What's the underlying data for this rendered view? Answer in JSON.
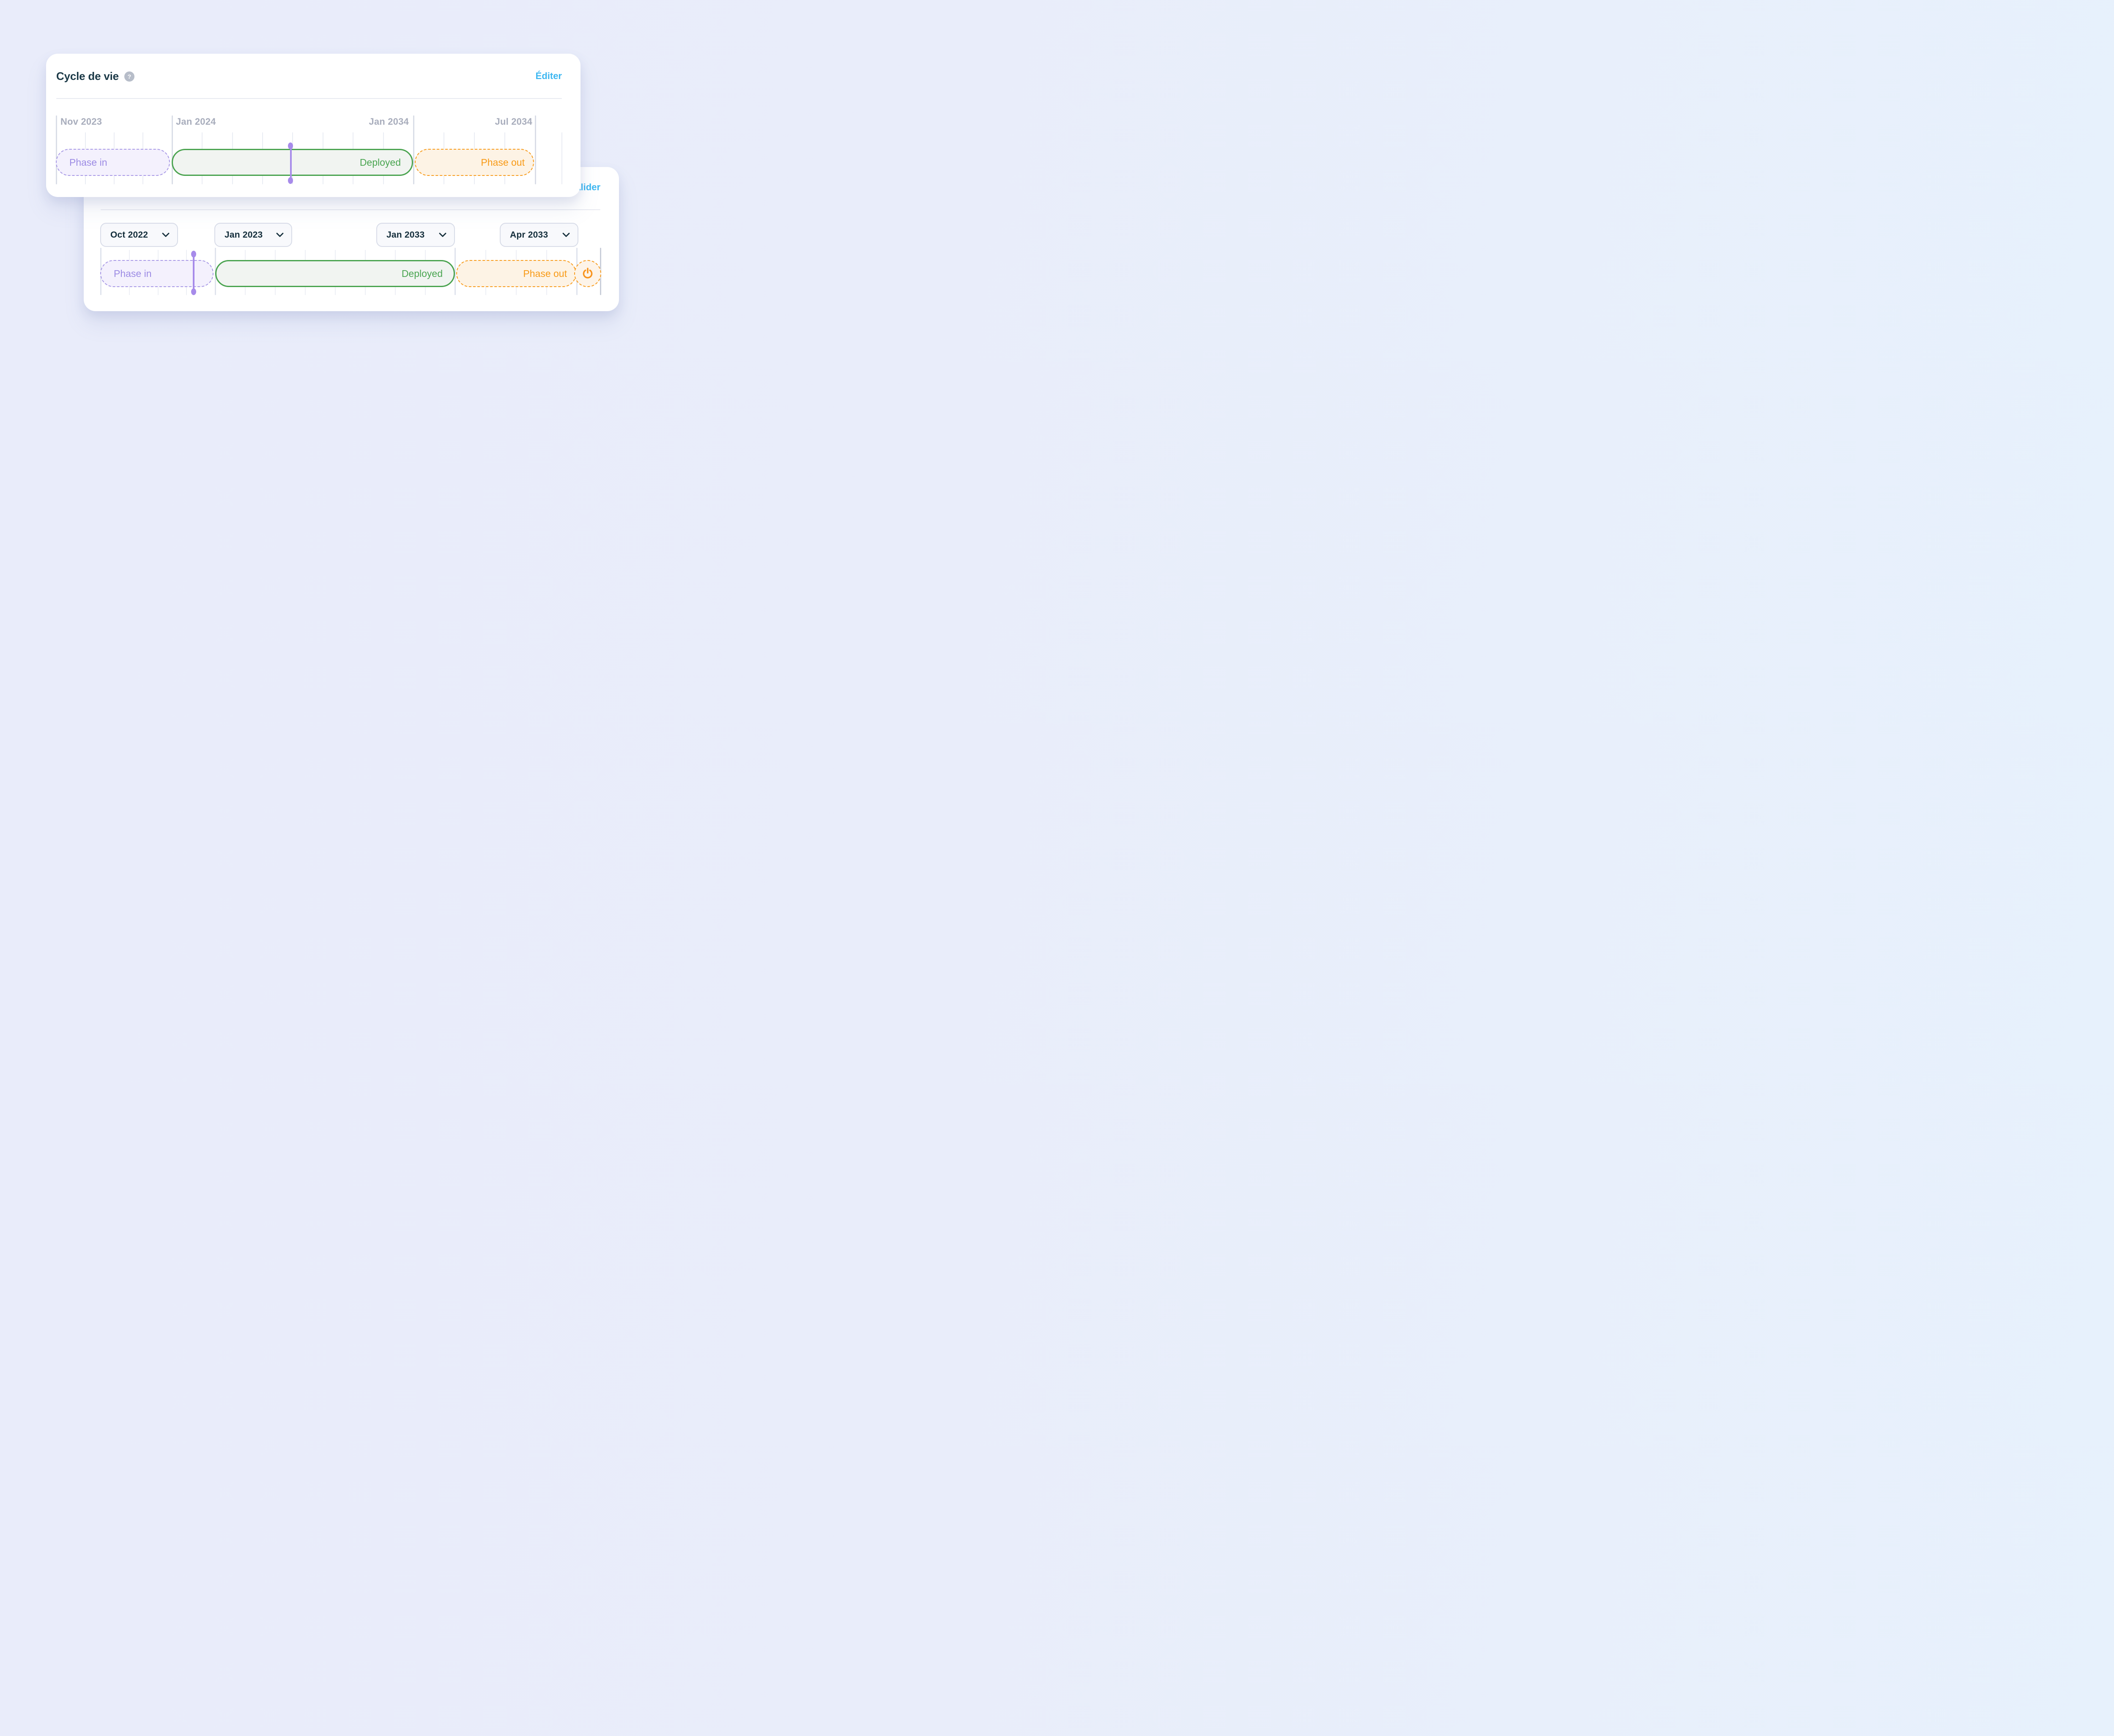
{
  "lifecycle_card": {
    "title": "Cycle de vie",
    "help_icon": "question-mark",
    "help_glyph": "?",
    "edit_link": "Éditer",
    "axis_months": [
      {
        "label": "Nov 2023"
      },
      {
        "label": "Jan 2024"
      },
      {
        "label": "Jan 2034"
      },
      {
        "label": "Jul 2034"
      }
    ],
    "phases": [
      {
        "label": "Phase in"
      },
      {
        "label": "Deployed"
      },
      {
        "label": "Phase out"
      }
    ]
  },
  "edit_card": {
    "validate_link": "Valider",
    "date_dropdowns": [
      {
        "value": "Oct 2022"
      },
      {
        "value": "Jan 2023"
      },
      {
        "value": "Jan 2033"
      },
      {
        "value": "Apr 2033"
      }
    ],
    "phases": [
      {
        "label": "Phase in"
      },
      {
        "label": "Deployed"
      },
      {
        "label": "Phase out"
      }
    ],
    "power_button_icon": "power"
  },
  "colors": {
    "accent_blue": "#3db7f1",
    "phase_in_purple": "#9c8be4",
    "deployed_green": "#4aa551",
    "phase_out_orange": "#f89a16",
    "today_marker_purple": "#a78bea",
    "title_dark": "#1b3947",
    "axis_gray": "#a8adbc",
    "card_white": "#ffffff",
    "background_left": "#e9ecfa",
    "background_right": "#e7f1fc"
  }
}
